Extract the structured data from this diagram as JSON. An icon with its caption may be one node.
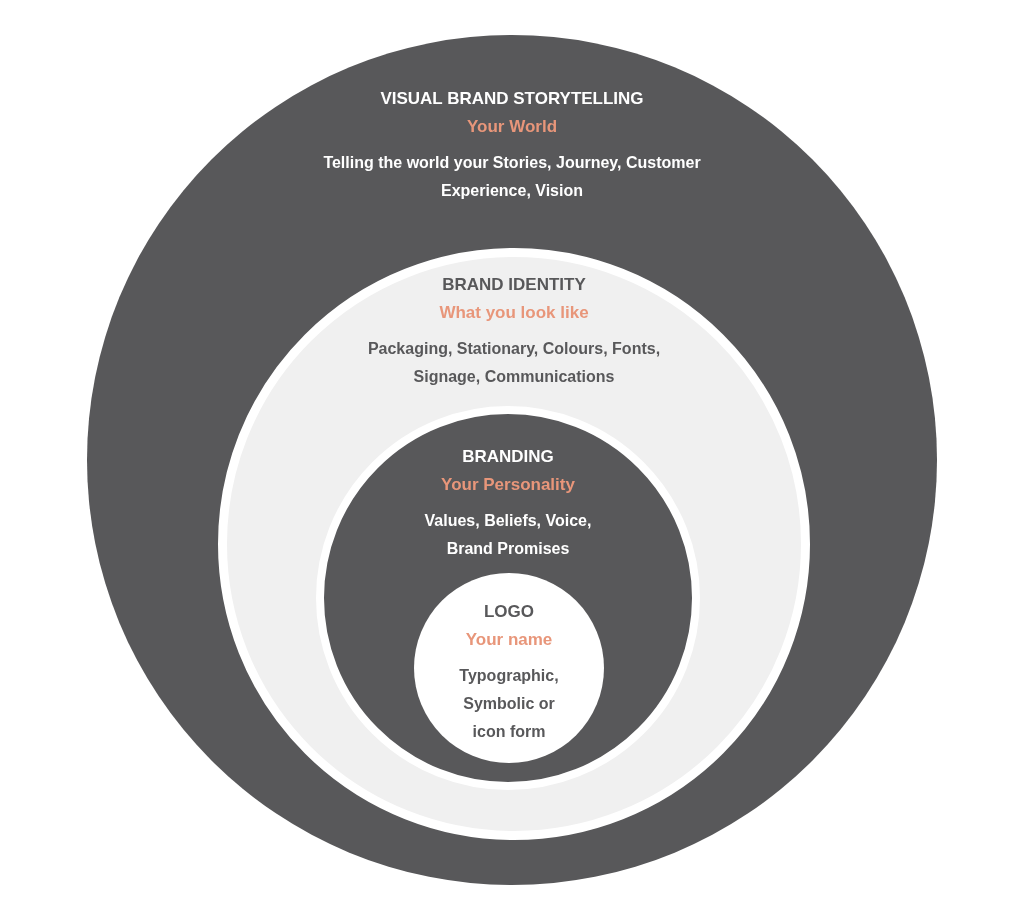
{
  "diagram": {
    "nodes": [
      {
        "text": [
          "VISUAL BRAND STORYTELLING",
          "Your World",
          "Telling the world your Stories, Journey, Customer Experience, Vision"
        ]
      },
      {
        "text": [
          "BRAND IDENTITY",
          "What you look like",
          "Packaging, Stationary, Colours, Fonts, Signage, Communications"
        ],
        "in": 0
      },
      {
        "text": [
          "BRANDING",
          "Your Personality",
          "Values, Beliefs, Voice, Brand Promises"
        ],
        "in": 1
      },
      {
        "text": [
          "LOGO",
          "Your name",
          "Typographic, Symbolic or icon form"
        ],
        "in": 2
      }
    ]
  }
}
